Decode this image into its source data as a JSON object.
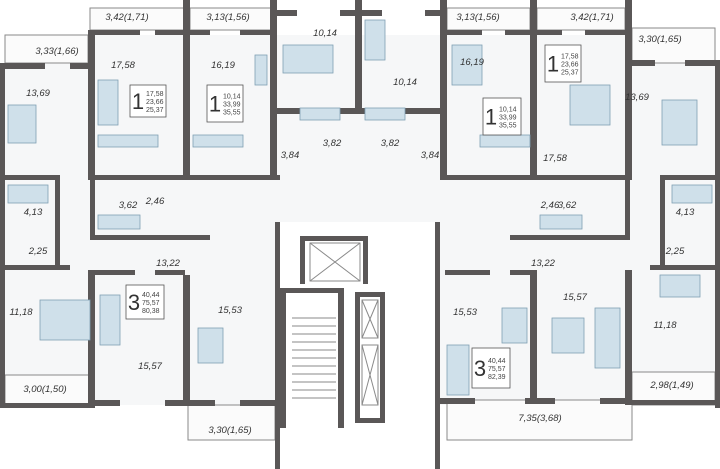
{
  "balconies": [
    "3,42(1,71)",
    "3,13(1,56)",
    "3,13(1,56)",
    "3,42(1,71)",
    "3,33(1,66)",
    "3,30(1,65)",
    "3,00(1,50)",
    "2,98(1,49)",
    "3,30(1,65)",
    "7,35(3,68)"
  ],
  "rooms": [
    "17,58",
    "16,19",
    "10,14",
    "10,14",
    "16,19",
    "17,58",
    "13,69",
    "13,69",
    "3,84",
    "3,82",
    "3,82",
    "3,84",
    "3,62",
    "2,46",
    "2,46",
    "3,62",
    "4,13",
    "4,13",
    "2,25",
    "2,25",
    "13,22",
    "13,22",
    "11,18",
    "11,18",
    "15,53",
    "15,53",
    "15,57",
    "15,57"
  ],
  "apartments": [
    {
      "rooms": "1",
      "areas": [
        "17,58",
        "23,66",
        "25,37"
      ]
    },
    {
      "rooms": "1",
      "areas": [
        "10,14",
        "33,99",
        "35,55"
      ]
    },
    {
      "rooms": "1",
      "areas": [
        "10,14",
        "33,99",
        "35,55"
      ]
    },
    {
      "rooms": "1",
      "areas": [
        "17,58",
        "23,66",
        "25,37"
      ]
    },
    {
      "rooms": "3",
      "areas": [
        "40,44",
        "75,57",
        "80,38"
      ]
    },
    {
      "rooms": "3",
      "areas": [
        "40,44",
        "75,57",
        "82,39"
      ]
    }
  ],
  "colors": {
    "wall": "#5a5757",
    "furniture": "#cfe0ea",
    "floor": "#f6f7f8"
  }
}
